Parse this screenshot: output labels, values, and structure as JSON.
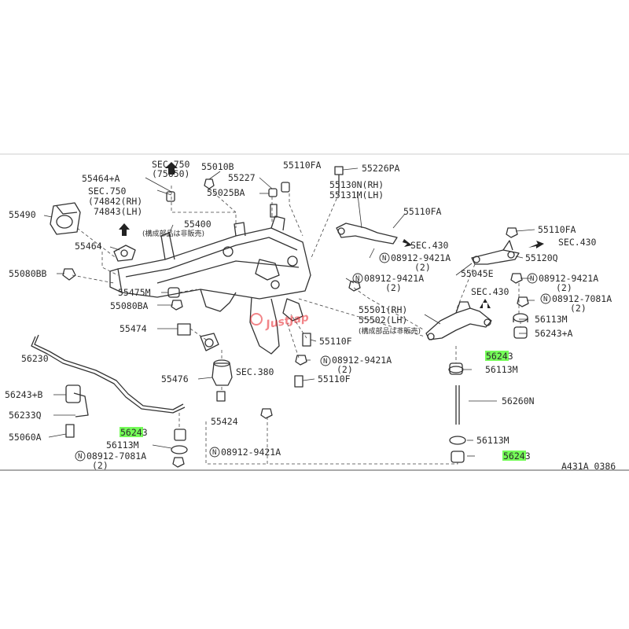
{
  "figure": {
    "code": "A431A 0386",
    "watermark": "JustJap",
    "highlight_color": "#5dfc3c",
    "not_sold_note": "(構成部品は非販売)"
  },
  "labels": {
    "p55464a": "55464+A",
    "sec750a": "SEC.750",
    "sec750a_ref": "(75650)",
    "p55010b": "55010B",
    "p55227": "55227",
    "p55110fa_a": "55110FA",
    "p55226pa": "55226PA",
    "sec750b": "SEC.750",
    "p74842": "(74842(RH)",
    "p74843": "74843(LH)",
    "p55025ba": "55025BA",
    "p55130n": "55130N(RH)",
    "p55131m": "55131M(LH)",
    "p55490": "55490",
    "p55400": "55400",
    "p55110fa_b": "55110FA",
    "p55464": "55464",
    "sec430a": "SEC.430",
    "p55110fa_c": "55110FA",
    "sec430b": "SEC.430",
    "p55080bb": "55080BB",
    "n0891294_a": "08912-9421A",
    "n0891294_a_qty": "(2)",
    "p55120q": "55120Q",
    "p55045e": "55045E",
    "n0891294_b": "08912-9421A",
    "n0891294_b_qty": "(2)",
    "n0891294_c": "08912-9421A",
    "n0891294_c_qty": "(2)",
    "p55475m": "55475M",
    "sec430c": "SEC.430",
    "n0891270_a": "08912-7081A",
    "n0891270_a_qty": "(2)",
    "p55080ba": "55080BA",
    "p55501": "55501(RH)",
    "p55502": "55502(LH)",
    "p56113m_a": "56113M",
    "p55474": "55474",
    "p56243a": "56243+A",
    "p55110f_a": "55110F",
    "p56243_a": "56243",
    "p56113m_b": "56113M",
    "n0891294_d": "08912-9421A",
    "n0891294_d_qty": "(2)",
    "p56230": "56230",
    "p55476": "55476",
    "sec380": "SEC.380",
    "p55110f_b": "55110F",
    "p56243b": "56243+B",
    "p56260n": "56260N",
    "p56233q": "56233Q",
    "p55424": "55424",
    "p55060a": "55060A",
    "p56243_b": "56243",
    "p56113m_c": "56113M",
    "p56113m_d": "56113M",
    "n0891294_e": "08912-9421A",
    "n0891270_b": "08912-7081A",
    "n0891270_b_qty": "(2)",
    "p56243_c": "56243",
    "n_symbol": "N"
  }
}
